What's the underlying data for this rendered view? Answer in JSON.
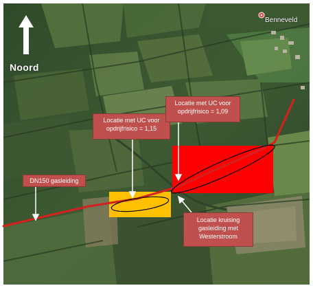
{
  "map": {
    "place_name": "Benneveld",
    "north_label": "Noord",
    "callouts": {
      "location_uc_115": "Locatie met UC voor opdrijfrisico = 1,15",
      "location_uc_109": "Locatie met UC voor opdrijfrisico = 1,09",
      "pipeline": "DN150 gasleiding",
      "crossing": "Locatie kruising gasleiding met Westerstroom"
    },
    "colors": {
      "pipeline": "#d4211d",
      "zone_red": "#ff0000",
      "zone_yellow": "#ffc000",
      "callout_bg": "#c0504d"
    }
  }
}
